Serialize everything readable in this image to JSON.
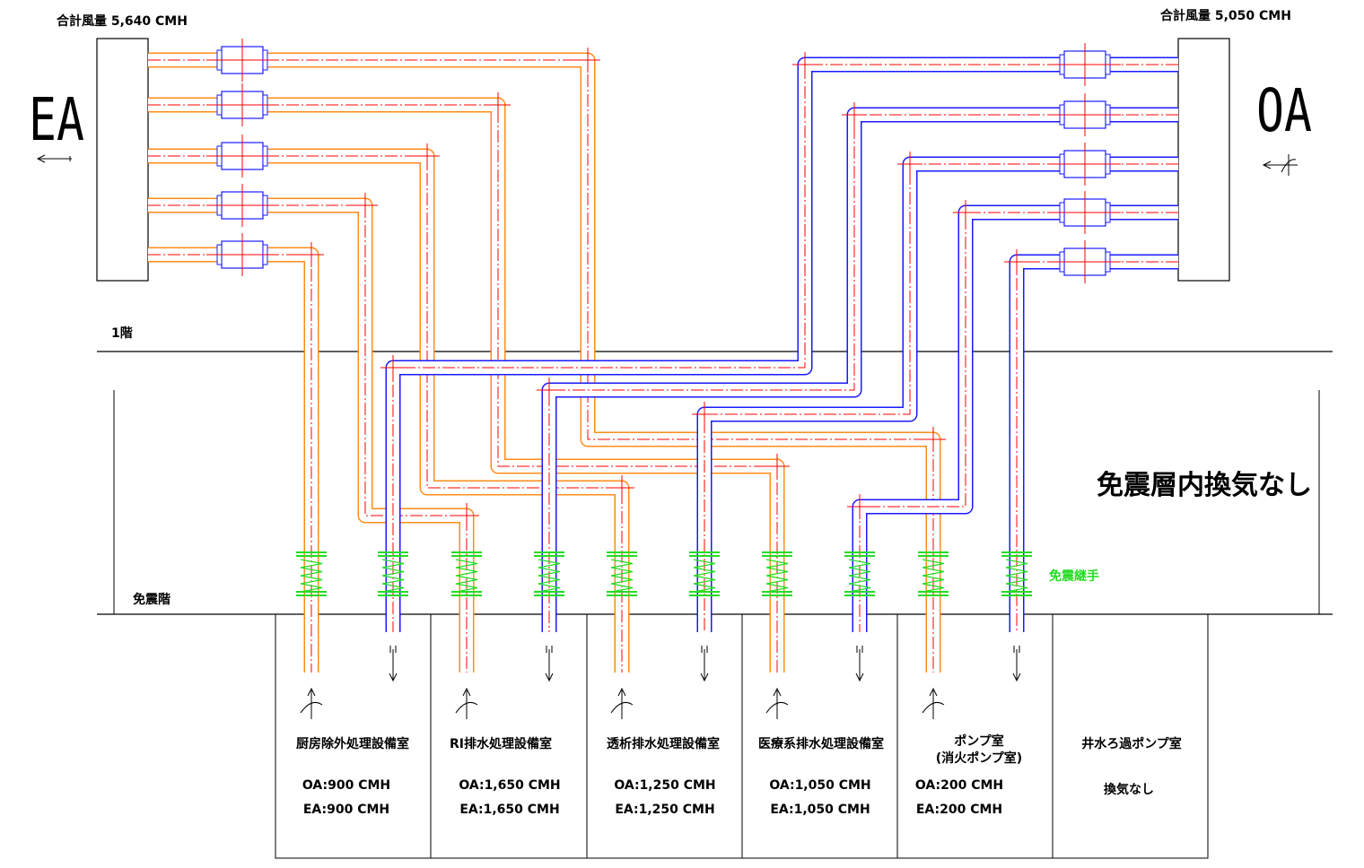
{
  "header": {
    "ea_total": "合計風量 5,640 CMH",
    "oa_total": "合計風量 5,050 CMH"
  },
  "ea_label": "EA",
  "oa_label": "OA",
  "floor_1": "1階",
  "floor_seismic": "免震階",
  "no_ventilation_layer": "免震層内換気なし",
  "flex_joint_label": "免震継手",
  "colors": {
    "exhaust_duct": "#ff8c1a",
    "supply_duct": "#1a1aff",
    "centerline": "#ff0000",
    "flex_joint": "#22dd22",
    "outline": "#000000"
  },
  "rooms": [
    {
      "name": "厨房除外処理設備室",
      "oa": "OA:900 CMH",
      "ea": "EA:900 CMH"
    },
    {
      "name": "RI排水処理設備室",
      "oa": "OA:1,650 CMH",
      "ea": "EA:1,650 CMH"
    },
    {
      "name": "透析排水処理設備室",
      "oa": "OA:1,250 CMH",
      "ea": "EA:1,250 CMH"
    },
    {
      "name": "医療系排水処理設備室",
      "oa": "OA:1,050 CMH",
      "ea": "EA:1,050 CMH"
    },
    {
      "name": "ポンプ室",
      "name2": "(消火ポンプ室)",
      "oa": "OA:200 CMH",
      "ea": "EA:200 CMH"
    },
    {
      "name": "井水ろ過ポンプ室",
      "note": "換気なし"
    }
  ]
}
